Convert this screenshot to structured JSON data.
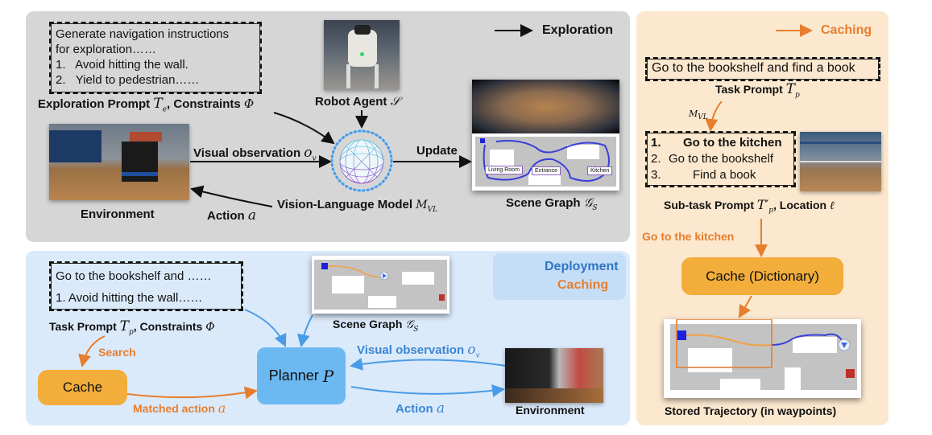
{
  "legend": {
    "exploration": "Exploration",
    "deployment": "Deployment",
    "caching": "Caching",
    "caching_right": "Caching"
  },
  "colors": {
    "exploration_panel": "#d6d6d6",
    "deployment_panel": "#dbeafb",
    "caching_panel": "#fbe8cf",
    "exploration_arrow": "#111111",
    "deployment_arrow": "#4a9be6",
    "caching_arrow": "#e67e2e",
    "cache_box": "#f2ad3b",
    "planner_box": "#6cb9f2"
  },
  "exploration": {
    "prompt_lines": [
      "Generate navigation instructions",
      "for exploration……",
      "1.   Avoid hitting the wall.",
      "2.   Yield to pedestrian……"
    ],
    "prompt_caption": "Exploration Prompt",
    "prompt_symbol": "T",
    "prompt_symbol_sub": "e",
    "constraints_caption": ", Constraints",
    "constraints_symbol": "Φ",
    "robot_caption": "Robot Agent",
    "robot_symbol": "𝒮",
    "environment_caption": "Environment",
    "visual_obs_label": "Visual observation",
    "visual_obs_symbol": "o",
    "visual_obs_sub": "v",
    "action_label": "Action",
    "action_symbol": "a",
    "vlm_caption": "Vision-Language Model",
    "vlm_symbol": "M",
    "vlm_sub": "VL",
    "update_label": "Update",
    "scene_graph_caption": "Scene Graph",
    "scene_graph_symbol": "𝒢",
    "scene_graph_sub": "S",
    "map_labels": [
      "Living Room",
      "Entrance",
      "Kitchen"
    ]
  },
  "deployment": {
    "prompt_lines": [
      "Go to the bookshelf and ……",
      "1. Avoid hitting the wall……"
    ],
    "prompt_caption": "Task Prompt",
    "prompt_symbol": "T",
    "prompt_symbol_sub": "p",
    "constraints_caption": ", Constraints",
    "constraints_symbol": "Φ",
    "scene_graph_caption": "Scene Graph",
    "scene_graph_symbol": "𝒢",
    "scene_graph_sub": "S",
    "search_label": "Search",
    "cache_label": "Cache",
    "matched_action_label": "Matched action",
    "matched_action_symbol": "a",
    "planner_label": "Planner",
    "planner_symbol": "P",
    "visual_obs_label": "Visual observation",
    "visual_obs_symbol": "o",
    "visual_obs_sub": "v",
    "action_label": "Action",
    "action_symbol": "a",
    "environment_caption": "Environment"
  },
  "caching": {
    "task_prompt_text": "Go to the bookshelf and find a book",
    "task_prompt_caption": "Task Prompt",
    "task_prompt_symbol": "T",
    "task_prompt_sub": "p",
    "mvl_symbol": "M",
    "mvl_sub": "VL",
    "subtasks": [
      {
        "num": "1.",
        "text": "Go to the kitchen"
      },
      {
        "num": "2.",
        "text": "Go to the bookshelf"
      },
      {
        "num": "3.",
        "text": "Find a book"
      }
    ],
    "subtask_caption": "Sub-task Prompt",
    "subtask_symbol": "T′",
    "subtask_sub": "p",
    "location_caption": ", Location",
    "location_symbol": "ℓ",
    "go_kitchen_label": "Go to the kitchen",
    "cache_dict_label": "Cache (Dictionary)",
    "stored_trajectory_caption": "Stored Trajectory (in waypoints)"
  }
}
